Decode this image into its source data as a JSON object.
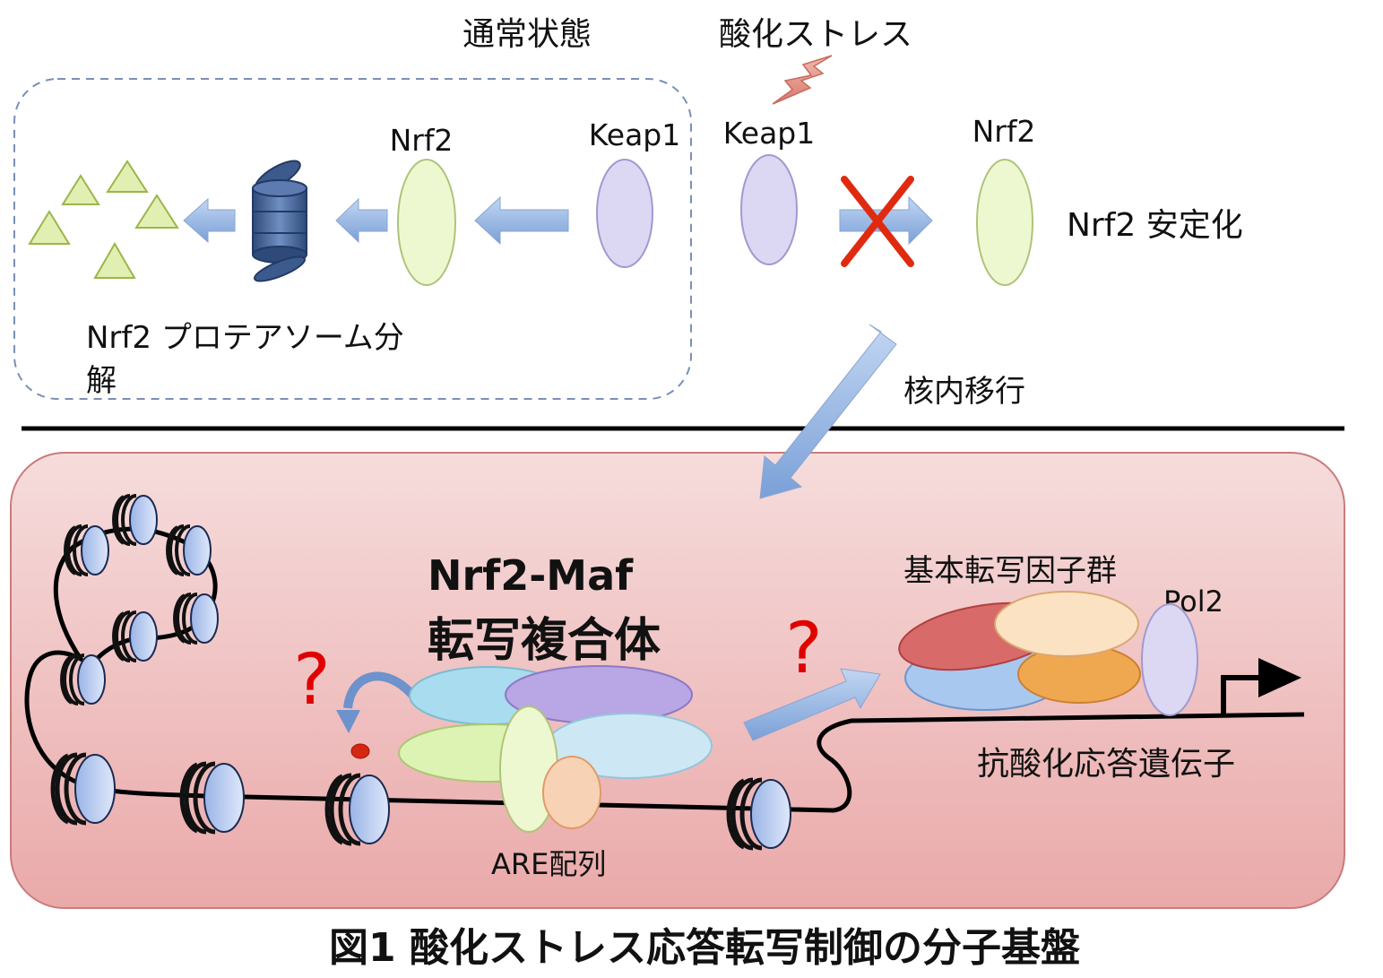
{
  "labels": {
    "normal_state": "通常状態",
    "oxidative_stress": "酸化ストレス",
    "nrf2_a": "Nrf2",
    "keap1_a": "Keap1",
    "keap1_b": "Keap1",
    "nrf2_b": "Nrf2",
    "nrf2_stabilization": "Nrf2 安定化",
    "degradation_line1": "Nrf2 プロテアソーム分",
    "degradation_line2": "解",
    "nuclear_translocation": "核内移行",
    "complex_line1": "Nrf2-Maf",
    "complex_line2": "転写複合体",
    "question_mark": "?",
    "basal_factors": "基本転写因子群",
    "pol2": "Pol2",
    "antioxidant_genes": "抗酸化応答遺伝子",
    "are_sequence": "ARE配列",
    "figure_caption": "図1 酸化ストレス応答転写制御の分子基盤"
  },
  "colors": {
    "nrf2_fill": "#eef8d0",
    "keap1_fill": "#dcd8f4",
    "arrow_fill": "#8fb2e4",
    "nucleus_fill": "#f2c4c4",
    "cross": "#e02a10",
    "question": "#e00000"
  }
}
